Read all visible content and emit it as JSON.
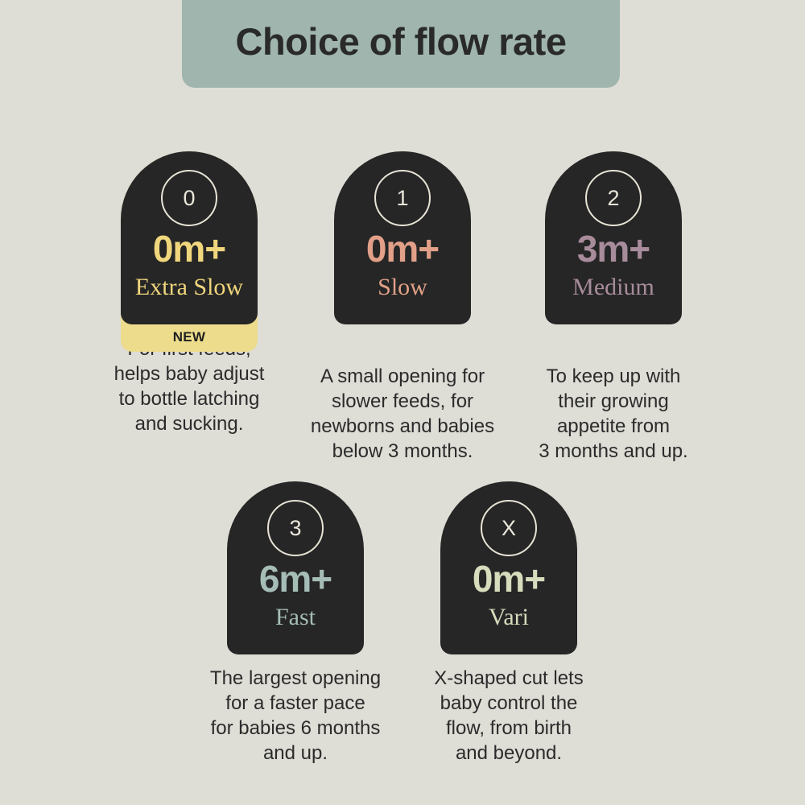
{
  "title": "Choice of flow rate",
  "new_label": "NEW",
  "items": [
    {
      "number": "0",
      "age": "0m+",
      "speed": "Extra Slow",
      "color": "#f0d67c",
      "description": "For first feeds,\nhelps baby adjust\nto bottle latching\nand sucking."
    },
    {
      "number": "1",
      "age": "0m+",
      "speed": "Slow",
      "color": "#e2a088",
      "description": "A small opening for\nslower feeds, for\nnewborns and babies\nbelow 3 months."
    },
    {
      "number": "2",
      "age": "3m+",
      "speed": "Medium",
      "color": "#a88c9b",
      "description": "To keep up with\ntheir growing\nappetite from\n3 months and up."
    },
    {
      "number": "3",
      "age": "6m+",
      "speed": "Fast",
      "color": "#a6bdb7",
      "description": "The largest opening\nfor a faster pace\nfor babies 6 months\nand up."
    },
    {
      "number": "X",
      "age": "0m+",
      "speed": "Vari",
      "color": "#d6dcbc",
      "description": "X-shaped cut lets\nbaby control the\nflow, from birth\nand beyond."
    }
  ]
}
